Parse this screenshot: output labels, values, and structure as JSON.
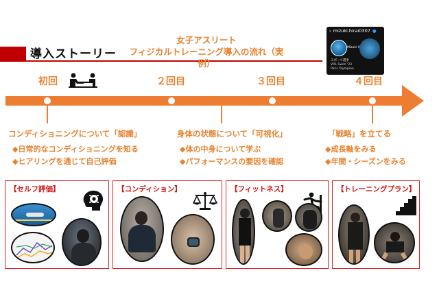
{
  "header": {
    "title": "導入ストーリー",
    "subtitle_line1": "女子アスリート",
    "subtitle_line2": "フィジカルトレーニング導入の流れ（実例）"
  },
  "instagram": {
    "handle": "mizuki.hirai0307",
    "name": "Mizuki Hirai 平井瑞希",
    "bio_line1": "スポーツ選手",
    "bio_line2": "VOL Swim '23",
    "bio_line3": "Paris Olympian"
  },
  "stages": [
    {
      "label": "初回"
    },
    {
      "label": "２回目"
    },
    {
      "label": "３回目"
    },
    {
      "label": "４回目"
    }
  ],
  "themes": [
    {
      "title": "コンディショニングについて「認識」",
      "bullets": [
        "◆日常的なコンディショニングを知る",
        "◆ヒアリングを通じて自己評価"
      ]
    },
    {
      "title": "身体の状態について「可視化」",
      "bullets": [
        "◆体の中身について学ぶ",
        "◆パフォーマンスの要因を確認"
      ]
    },
    {
      "title": "「戦略」を立てる",
      "bullets": [
        "◆成長軸をみる",
        "◆年間・シーズンをみる"
      ]
    }
  ],
  "cards": [
    {
      "title": "【セルフ評価】",
      "icon": "brain-gear-icon"
    },
    {
      "title": "【コンディション】",
      "icon": "scale-icon"
    },
    {
      "title": "【フィットネス】",
      "icon": "stretching-person-icon"
    },
    {
      "title": "【トレーニングプラン】",
      "icon": "stairs-icon"
    }
  ],
  "colors": {
    "accent": "#ed7d31",
    "brand_red": "#c00000",
    "card_border": "#e02020"
  }
}
